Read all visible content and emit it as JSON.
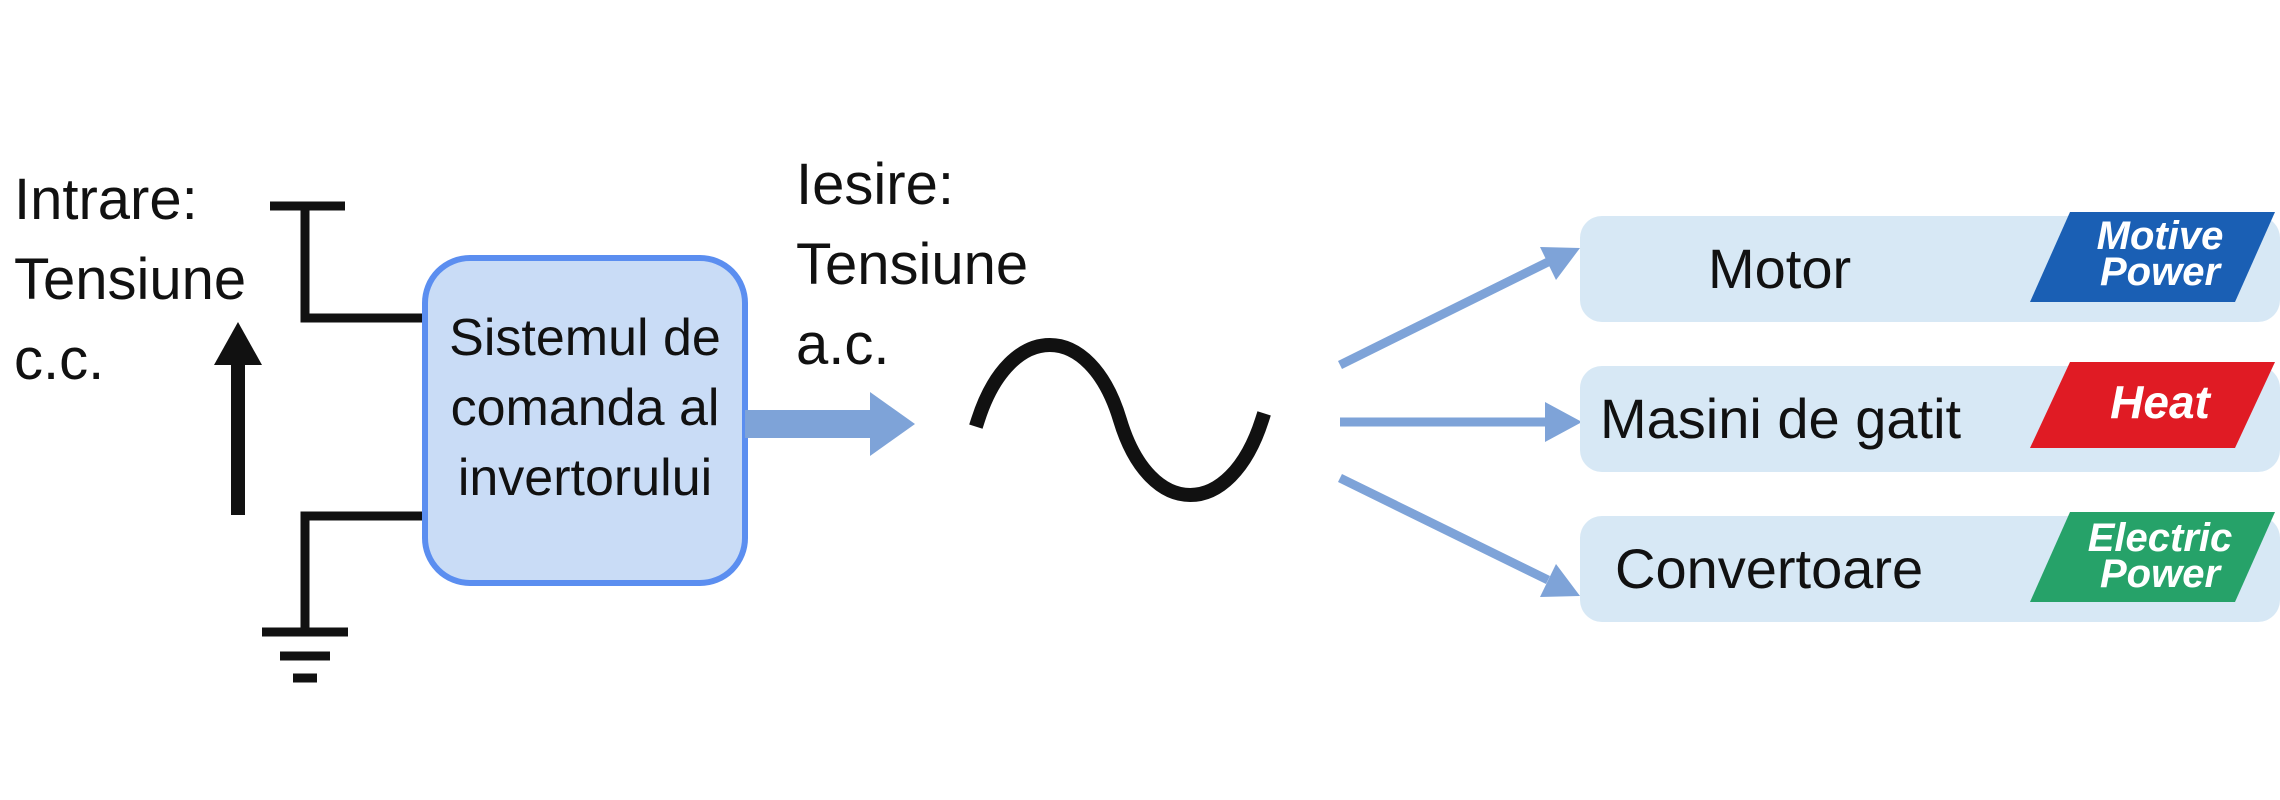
{
  "input": {
    "lines": [
      "Intrare:",
      "Tensiune",
      "c.c."
    ]
  },
  "inverter": {
    "lines": [
      "Sistemul de",
      "comanda al",
      "invertorului"
    ]
  },
  "output": {
    "lines": [
      "Iesire:",
      "Tensiune",
      "a.c."
    ]
  },
  "outputs": [
    {
      "label": "Motor",
      "badge": [
        "Motive",
        "Power"
      ],
      "badge_color": "#1a5fb4"
    },
    {
      "label": "Masini de gatit",
      "badge": [
        "Heat"
      ],
      "badge_color": "#e01b24"
    },
    {
      "label": "Convertoare",
      "badge": [
        "Electric",
        "Power"
      ],
      "badge_color": "#26a269"
    }
  ],
  "colors": {
    "box_fill": "#c9dcf6",
    "box_stroke": "#5b8ef0",
    "arrow": "#7ea3d8",
    "output_fill": "#d7e8f5"
  }
}
